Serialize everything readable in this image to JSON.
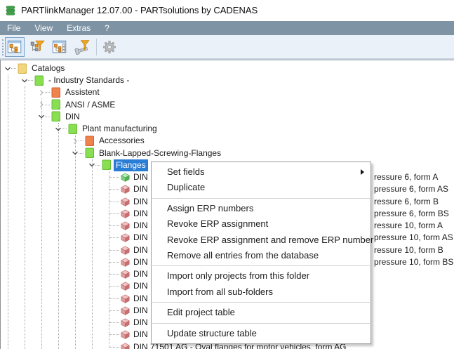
{
  "window": {
    "title": "PARTlinkManager 12.07.00 - PARTsolutions by CADENAS",
    "app_icon": "database-icon"
  },
  "menubar": {
    "items": [
      "File",
      "View",
      "Extras",
      "?"
    ]
  },
  "toolbar": {
    "buttons": [
      {
        "name": "structure-view",
        "icon": "tree-window-icon",
        "pressed": true,
        "disabled": false
      },
      {
        "name": "structure-filter-view",
        "icon": "tree-filter-icon",
        "pressed": false,
        "disabled": false
      },
      {
        "name": "structure-list-view",
        "icon": "tree-list-window-icon",
        "pressed": false,
        "disabled": false
      },
      {
        "name": "part-filter",
        "icon": "screw-filter-icon",
        "pressed": false,
        "disabled": false
      },
      {
        "name": "settings",
        "icon": "gear-icon",
        "pressed": false,
        "disabled": true
      }
    ]
  },
  "tree": {
    "rows": [
      {
        "label": "Catalogs",
        "level": 0,
        "icon": "folder-yellow-icon",
        "expander": "expanded",
        "selected": false
      },
      {
        "label": "- Industry Standards -",
        "level": 1,
        "icon": "folder-green-icon",
        "expander": "expanded",
        "selected": false
      },
      {
        "label": "Assistent",
        "level": 2,
        "icon": "folder-orange-icon",
        "expander": "collapsed",
        "selected": false
      },
      {
        "label": "ANSI / ASME",
        "level": 2,
        "icon": "folder-green-icon",
        "expander": "collapsed",
        "selected": false
      },
      {
        "label": "DIN",
        "level": 2,
        "icon": "folder-green-icon",
        "expander": "expanded",
        "selected": false
      },
      {
        "label": "Plant manufacturing",
        "level": 3,
        "icon": "folder-green-icon",
        "expander": "expanded",
        "selected": false
      },
      {
        "label": "Accessories",
        "level": 4,
        "icon": "folder-orange-icon",
        "expander": "collapsed",
        "selected": false
      },
      {
        "label": "Blank-Lapped-Screwing-Flanges",
        "level": 4,
        "icon": "folder-green-icon",
        "expander": "expanded",
        "selected": false
      },
      {
        "label": "Flanges",
        "level": 5,
        "icon": "folder-green-icon",
        "expander": "expanded",
        "selected": true
      },
      {
        "label": "DIN",
        "level": 6,
        "icon": "cube-green-icon",
        "occluded": true,
        "visible_right": "ressure 6, form A"
      },
      {
        "label": "DIN",
        "level": 6,
        "icon": "cube-red-icon",
        "occluded": true,
        "visible_right": "pressure 6, form AS"
      },
      {
        "label": "DIN",
        "level": 6,
        "icon": "cube-red-icon",
        "occluded": true,
        "visible_right": "ressure 6, form B"
      },
      {
        "label": "DIN",
        "level": 6,
        "icon": "cube-red-icon",
        "occluded": true,
        "visible_right": "pressure 6, form BS"
      },
      {
        "label": "DIN",
        "level": 6,
        "icon": "cube-red-icon",
        "occluded": true,
        "visible_right": "ressure 10, form A"
      },
      {
        "label": "DIN",
        "level": 6,
        "icon": "cube-red-icon",
        "occluded": true,
        "visible_right": "pressure 10, form AS"
      },
      {
        "label": "DIN",
        "level": 6,
        "icon": "cube-red-icon",
        "occluded": true,
        "visible_right": "ressure 10, form B"
      },
      {
        "label": "DIN",
        "level": 6,
        "icon": "cube-red-icon",
        "occluded": true,
        "visible_right": "pressure 10, form BS"
      },
      {
        "label": "DIN",
        "level": 6,
        "icon": "cube-red-icon",
        "occluded": true
      },
      {
        "label": "DIN",
        "level": 6,
        "icon": "cube-red-icon",
        "occluded": true
      },
      {
        "label": "DIN",
        "level": 6,
        "icon": "cube-red-icon",
        "occluded": true
      },
      {
        "label": "DIN",
        "level": 6,
        "icon": "cube-red-icon",
        "occluded": true
      },
      {
        "label": "DIN",
        "level": 6,
        "icon": "cube-red-icon",
        "occluded": true
      },
      {
        "label": "DIN",
        "level": 6,
        "icon": "cube-red-icon",
        "occluded": true
      },
      {
        "label": "DIN 71501 AG - Oval flanges for motor vehicles, form AG",
        "level": 6,
        "icon": "cube-red-icon",
        "occluded": false
      }
    ]
  },
  "context_menu": {
    "items": [
      {
        "label": "Set fields",
        "submenu": true
      },
      {
        "label": "Duplicate"
      },
      {
        "separator": true
      },
      {
        "label": "Assign ERP numbers"
      },
      {
        "label": "Revoke ERP assignment"
      },
      {
        "label": "Revoke ERP assignment and remove ERP number"
      },
      {
        "label": "Remove all entries from the database"
      },
      {
        "separator": true
      },
      {
        "label": "Import only projects from this folder"
      },
      {
        "label": "Import from all sub-folders"
      },
      {
        "separator": true
      },
      {
        "label": "Edit project table"
      },
      {
        "separator": true
      },
      {
        "label": "Update structure table"
      }
    ]
  },
  "colors": {
    "menubar_bg": "#7e93a4",
    "toolbar_bg": "#eaf1f9",
    "selection_bg": "#2a7dd4",
    "selection_fg": "#ffffff",
    "folder_yellow": "#f2d67e",
    "folder_yellow_border": "#d9b44a",
    "folder_green": "#8ade52",
    "folder_green_border": "#64bd32",
    "folder_orange": "#f0824e",
    "folder_orange_border": "#d2622f",
    "cube_green": "#7dd07d",
    "cube_red": "#e09a9a",
    "accent_orange": "#f5a81f",
    "title_icon_green": "#3fa047"
  }
}
